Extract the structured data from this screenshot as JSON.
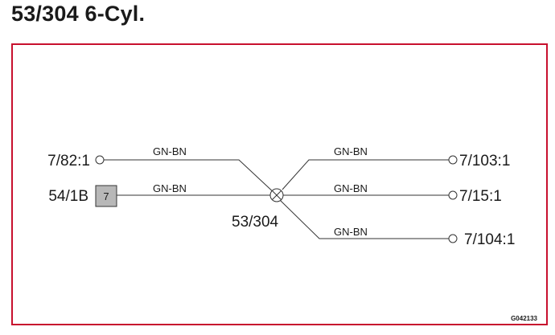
{
  "title": "53/304 6-Cyl.",
  "diagram": {
    "splice_label": "53/304",
    "connector_pin": "7",
    "code": "G042133",
    "left": [
      {
        "terminal": "7/82:1",
        "wire": "GN-BN"
      },
      {
        "terminal": "54/1B",
        "wire": "GN-BN"
      }
    ],
    "right": [
      {
        "terminal": "7/103:1",
        "wire": "GN-BN"
      },
      {
        "terminal": "7/15:1",
        "wire": "GN-BN"
      },
      {
        "terminal": "7/104:1",
        "wire": "GN-BN"
      }
    ]
  },
  "colors": {
    "frame": "#c8102e",
    "connector_fill": "#b8b8b8",
    "line": "#333333"
  }
}
